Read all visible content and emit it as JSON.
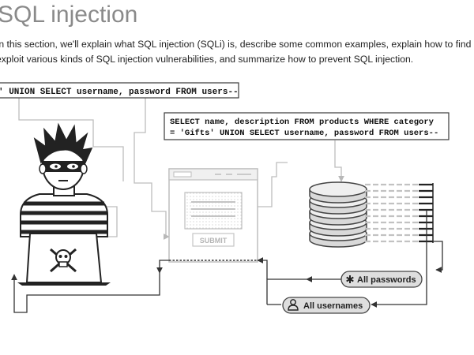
{
  "article": {
    "title": "SQL injection",
    "intro_line_1": "In this section, we'll explain what SQL injection (SQLi) is, describe some common examples, explain how to find and",
    "intro_line_2": "exploit various kinds of SQL injection vulnerabilities, and summarize how to prevent SQL injection."
  },
  "diagram": {
    "payload": "' UNION SELECT username, password FROM users--",
    "query_line_1": "SELECT name, description FROM products WHERE category",
    "query_line_2": "= 'Gifts' UNION SELECT username, password FROM users--",
    "submit_label": "SUBMIT",
    "result_passwords": "All passwords",
    "result_usernames": "All usernames",
    "icons": [
      "hacker-icon",
      "laptop-icon",
      "skull-crossbones-icon",
      "web-form-icon",
      "database-icon",
      "asterisk-icon",
      "user-icon"
    ],
    "colors": {
      "stroke": "#333333",
      "light_gray": "#d8d8d8",
      "panel_gray": "#e6e6e6",
      "pill_fill": "#dcdcdc"
    }
  }
}
